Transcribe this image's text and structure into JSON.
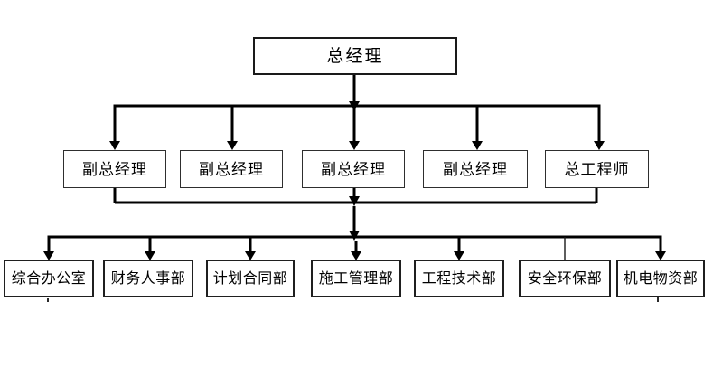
{
  "org": {
    "chart_type": "organization-chart",
    "background": "#ffffff",
    "colors": {
      "line": "#000000",
      "box_border": "#1f1f1f",
      "box_fill": "#ffffff",
      "text": "#000000"
    },
    "levels": [
      {
        "name": "level-1",
        "nodes": [
          {
            "label": "总经理"
          }
        ]
      },
      {
        "name": "level-2",
        "nodes": [
          {
            "label": "副总经理"
          },
          {
            "label": "副总经理"
          },
          {
            "label": "副总经理"
          },
          {
            "label": "副总经理"
          },
          {
            "label": "总工程师"
          }
        ]
      },
      {
        "name": "level-3",
        "nodes": [
          {
            "label": "综合办公室"
          },
          {
            "label": "财务人事部"
          },
          {
            "label": "计划合同部"
          },
          {
            "label": "施工管理部"
          },
          {
            "label": "工程技术部"
          },
          {
            "label": "安全环保部"
          },
          {
            "label": "机电物资部"
          }
        ]
      }
    ]
  }
}
